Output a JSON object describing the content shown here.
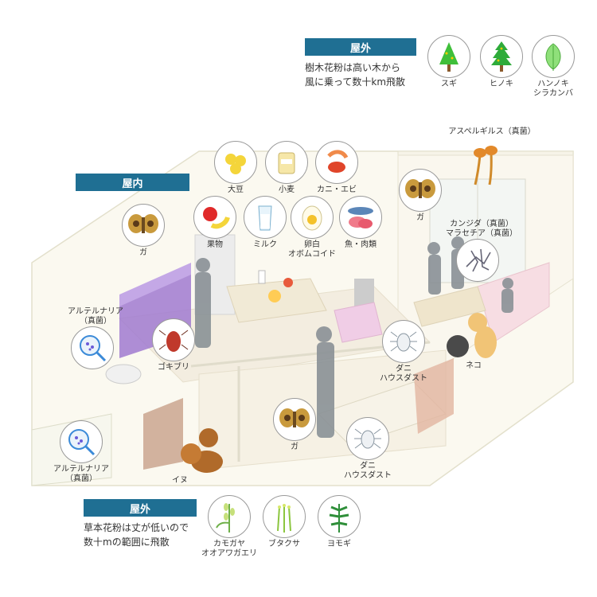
{
  "outdoor_top": {
    "header": "屋外",
    "description": "樹木花粉は高い木から\n風に乗って数十km飛散",
    "items": [
      {
        "label": "スギ"
      },
      {
        "label": "ヒノキ"
      },
      {
        "label": "ハンノキ\nシラカンバ"
      }
    ]
  },
  "indoor": {
    "header": "屋内",
    "items": {
      "daizu": "大豆",
      "komugi": "小麦",
      "kani_ebi": "カニ・エビ",
      "ga1": "ガ",
      "kudamono": "果物",
      "milk": "ミルク",
      "ranpaku": "卵白\nオボムコイド",
      "sakana": "魚・肉類",
      "ga2": "ガ",
      "aspergillus": "アスペルギルス（真菌）",
      "candida": "カンジダ（真菌）\nマラセチア（真菌）",
      "alternaria1": "アルテルナリア\n（真菌）",
      "gokiburi": "ゴキブリ",
      "dani1": "ダニ\nハウスダスト",
      "neko": "ネコ",
      "ga3": "ガ",
      "dani2": "ダニ\nハウスダスト",
      "alternaria2": "アルテルナリア\n（真菌）",
      "inu": "イヌ"
    }
  },
  "outdoor_bottom": {
    "header": "屋外",
    "description": "草本花粉は丈が低いので\n数十mの範囲に飛散",
    "items": [
      {
        "label": "カモガヤ\nオオアワガエリ"
      },
      {
        "label": "ブタクサ"
      },
      {
        "label": "ヨモギ"
      }
    ]
  },
  "colors": {
    "header_bg": "#1f6f93",
    "floor": "#f4efe0",
    "kitchen": "#a07ad0"
  }
}
